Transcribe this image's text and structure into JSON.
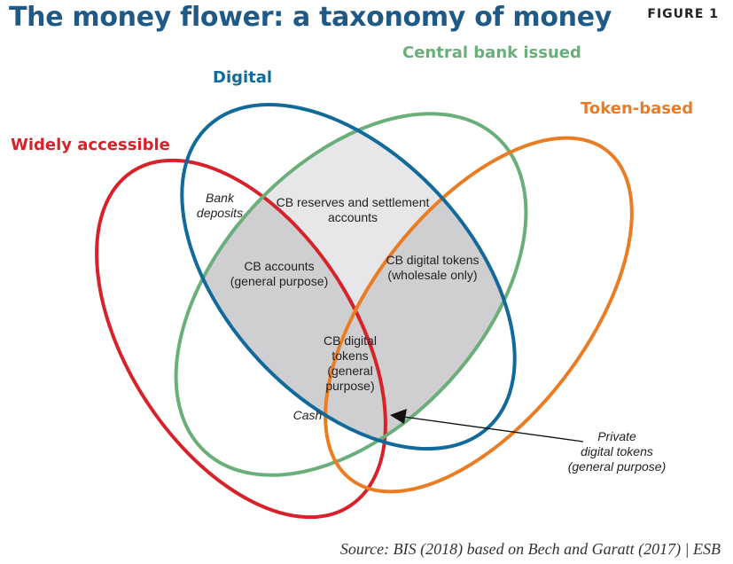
{
  "title": "The money flower: a taxonomy of money",
  "figure_label": "FIGURE 1",
  "sets": {
    "digital": {
      "label": "Digital",
      "color": "#116a9a"
    },
    "central_bank": {
      "label": "Central bank issued",
      "color": "#6aae79"
    },
    "token_based": {
      "label": "Token-based",
      "color": "#ea7d24"
    },
    "widely_accessible": {
      "label": "Widely accessible",
      "color": "#d7222a"
    }
  },
  "regions": {
    "bank_deposits": [
      "Bank",
      "deposits"
    ],
    "cb_reserves": [
      "CB reserves and settlement",
      "accounts"
    ],
    "cb_accounts": [
      "CB accounts",
      "(general purpose)"
    ],
    "cb_digital_tokens_wholesale": [
      "CB digital tokens",
      "(wholesale only)"
    ],
    "cb_digital_tokens_general": [
      "CB digital",
      "tokens",
      "(general",
      "purpose)"
    ],
    "cash": [
      "Cash"
    ],
    "private_digital_tokens": [
      "Private",
      "digital tokens",
      "(general purpose)"
    ]
  },
  "shading": {
    "light": "#e7e7e9",
    "dark": "#cfcfd2"
  },
  "source": "Source: BIS (2018) based on Bech and Garatt (2017) | ESB"
}
